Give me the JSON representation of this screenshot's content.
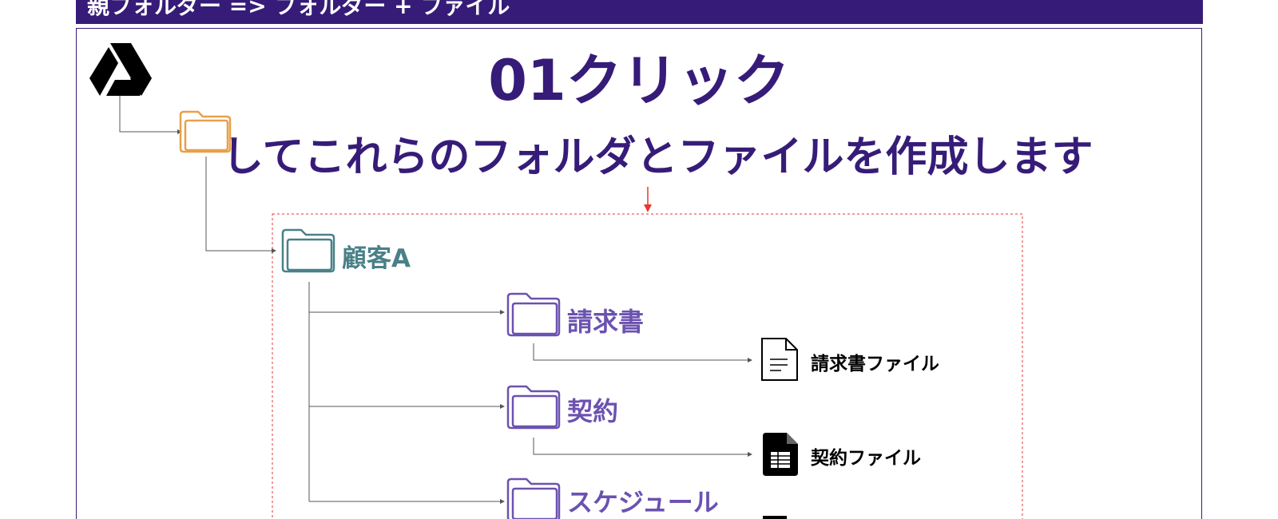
{
  "header": {
    "title": "親フォルダー => フォルダー + ファイル"
  },
  "main": {
    "title": "01クリック",
    "subtitle": "してこれらのフォルダとファイルを作成します"
  },
  "tree": {
    "root_icon": "google-drive-icon",
    "parent_folder_icon": "folder-icon",
    "customer_folder": "顧客A",
    "subfolders": [
      "請求書",
      "契約",
      "スケジュール"
    ],
    "files": [
      "請求書ファイル",
      "契約ファイル"
    ]
  },
  "colors": {
    "header_bg": "#361c78",
    "title": "#361c78",
    "parent_folder": "#e8a04a",
    "customer_folder": "#4a8088",
    "subfolder": "#6b52b0",
    "highlight_border": "#e53935",
    "connector": "#555555"
  }
}
